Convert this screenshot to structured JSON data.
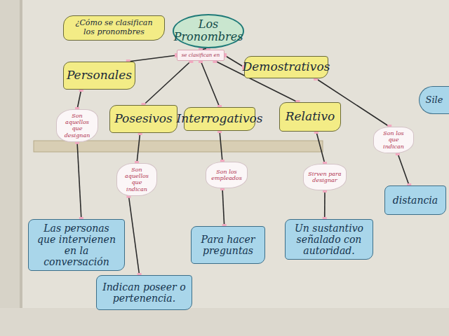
{
  "diagram": {
    "nodes": [
      {
        "text": [
          "¿Cómo se clasifican los pronombres"
        ]
      },
      {
        "text": [
          "Los Pronombres"
        ]
      },
      {
        "text": [
          "se clasifican en"
        ]
      },
      {
        "text": [
          "Personales"
        ]
      },
      {
        "text": [
          "Demostrativos"
        ]
      },
      {
        "text": [
          "Posesivos"
        ]
      },
      {
        "text": [
          "Interrogativos"
        ]
      },
      {
        "text": [
          "Relativo"
        ]
      },
      {
        "text": [
          "Son aquellos que designan"
        ]
      },
      {
        "text": [
          "Son aquellos que indican"
        ]
      },
      {
        "text": [
          "Son los empleados"
        ]
      },
      {
        "text": [
          "Sirven para designar"
        ]
      },
      {
        "text": [
          "Son los que indican"
        ]
      },
      {
        "text": [
          "Las personas que intervienen en la conversación"
        ]
      },
      {
        "text": [
          "Para hacer preguntas"
        ]
      },
      {
        "text": [
          "Un sustantivo señalado con autoridad."
        ]
      },
      {
        "text": [
          "Indican poseer o pertenencia."
        ]
      },
      {
        "text": [
          "distancia"
        ]
      },
      {
        "text": [
          "Sile"
        ]
      }
    ],
    "edges": [
      {
        "from": 1,
        "to": 2,
        "arrow": "none"
      },
      {
        "from": 2,
        "to": 3,
        "arrow": "none"
      },
      {
        "from": 2,
        "to": 5,
        "arrow": "none"
      },
      {
        "from": 2,
        "to": 6,
        "arrow": "none"
      },
      {
        "from": 2,
        "to": 7,
        "arrow": "none"
      },
      {
        "from": 2,
        "to": 4,
        "arrow": "none"
      },
      {
        "from": 3,
        "to": 8,
        "arrow": "none"
      },
      {
        "from": 8,
        "to": 13,
        "arrow": "none"
      },
      {
        "from": 5,
        "to": 9,
        "arrow": "none"
      },
      {
        "from": 9,
        "to": 16,
        "arrow": "none"
      },
      {
        "from": 6,
        "to": 10,
        "arrow": "none"
      },
      {
        "from": 10,
        "to": 14,
        "arrow": "none"
      },
      {
        "from": 7,
        "to": 11,
        "arrow": "none"
      },
      {
        "from": 11,
        "to": 15,
        "arrow": "none"
      },
      {
        "from": 4,
        "to": 12,
        "arrow": "none"
      },
      {
        "from": 12,
        "to": 17,
        "arrow": "none"
      }
    ]
  }
}
